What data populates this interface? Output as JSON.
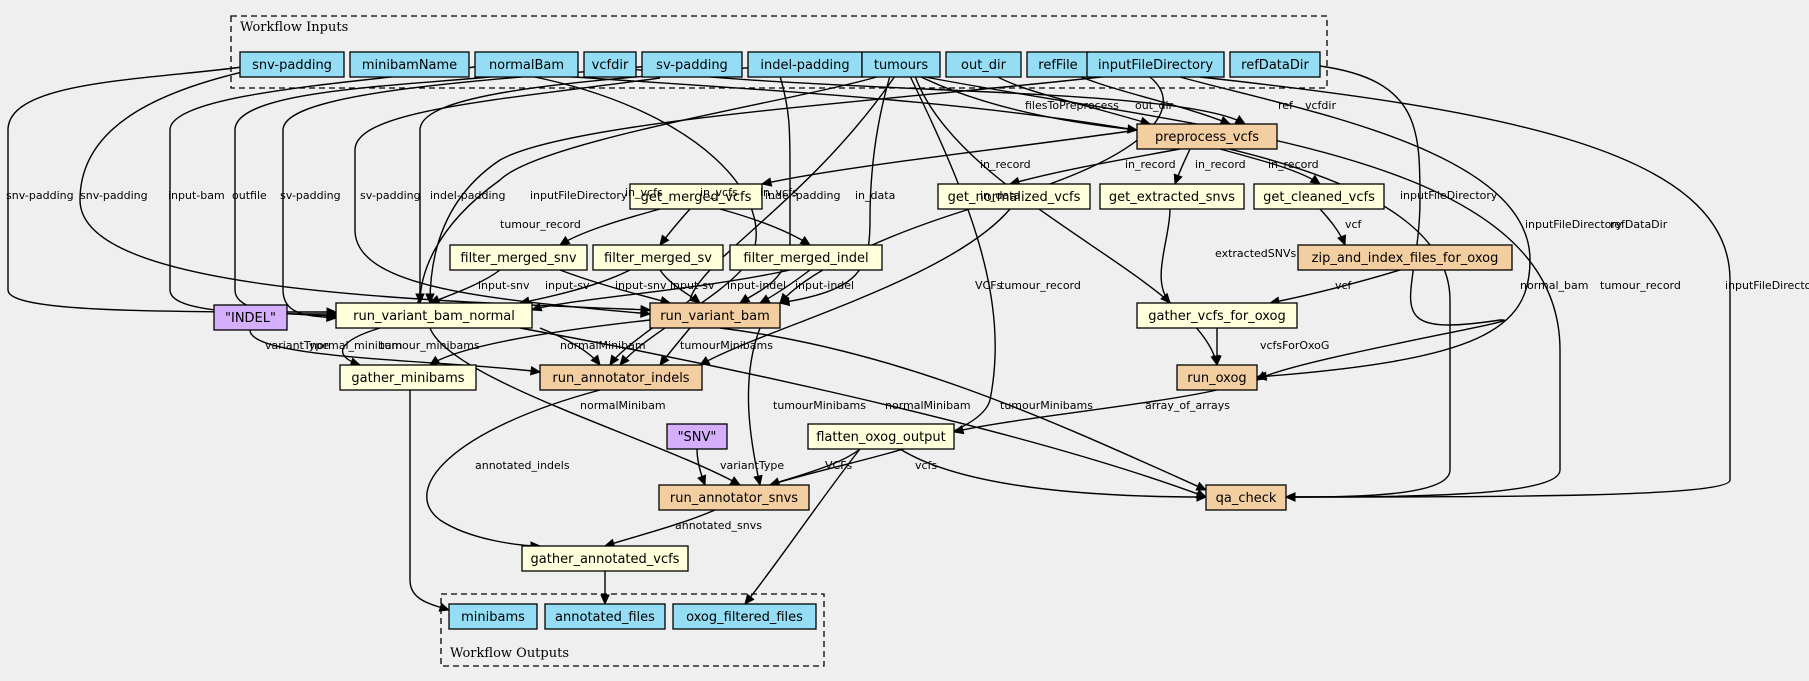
{
  "clusters": {
    "inputs": "Workflow Inputs",
    "outputs": "Workflow Outputs"
  },
  "colors": {
    "input": "#94ddf4",
    "output": "#94ddf4",
    "step": "#ffffdc",
    "subworkflow": "#f3cea1",
    "constant": "#d5aefc",
    "background": "#efefef"
  },
  "nodes": [
    {
      "id": "in_snv_padding",
      "label": "snv-padding",
      "kind": "input"
    },
    {
      "id": "in_minibamName",
      "label": "minibamName",
      "kind": "input"
    },
    {
      "id": "in_normalBam",
      "label": "normalBam",
      "kind": "input"
    },
    {
      "id": "in_vcfdir",
      "label": "vcfdir",
      "kind": "input"
    },
    {
      "id": "in_sv_padding",
      "label": "sv-padding",
      "kind": "input"
    },
    {
      "id": "in_indel_padding",
      "label": "indel-padding",
      "kind": "input"
    },
    {
      "id": "in_tumours",
      "label": "tumours",
      "kind": "input"
    },
    {
      "id": "in_out_dir",
      "label": "out_dir",
      "kind": "input"
    },
    {
      "id": "in_refFile",
      "label": "refFile",
      "kind": "input"
    },
    {
      "id": "in_inputFileDirectory",
      "label": "inputFileDirectory",
      "kind": "input"
    },
    {
      "id": "in_refDataDir",
      "label": "refDataDir",
      "kind": "input"
    },
    {
      "id": "preprocess_vcfs",
      "label": "preprocess_vcfs",
      "kind": "subworkflow"
    },
    {
      "id": "get_merged_vcfs",
      "label": "get_merged_vcfs",
      "kind": "step"
    },
    {
      "id": "get_normalized_vcfs",
      "label": "get_normalized_vcfs",
      "kind": "step"
    },
    {
      "id": "get_extracted_snvs",
      "label": "get_extracted_snvs",
      "kind": "step"
    },
    {
      "id": "get_cleaned_vcfs",
      "label": "get_cleaned_vcfs",
      "kind": "step"
    },
    {
      "id": "filter_merged_snv",
      "label": "filter_merged_snv",
      "kind": "step"
    },
    {
      "id": "filter_merged_sv",
      "label": "filter_merged_sv",
      "kind": "step"
    },
    {
      "id": "filter_merged_indel",
      "label": "filter_merged_indel",
      "kind": "step"
    },
    {
      "id": "zip_and_index",
      "label": "zip_and_index_files_for_oxog",
      "kind": "subworkflow"
    },
    {
      "id": "const_indel",
      "label": "\"INDEL\"",
      "kind": "constant"
    },
    {
      "id": "run_variant_bam_normal",
      "label": "run_variant_bam_normal",
      "kind": "step"
    },
    {
      "id": "run_variant_bam",
      "label": "run_variant_bam",
      "kind": "subworkflow"
    },
    {
      "id": "gather_vcfs_for_oxog",
      "label": "gather_vcfs_for_oxog",
      "kind": "step"
    },
    {
      "id": "gather_minibams",
      "label": "gather_minibams",
      "kind": "step"
    },
    {
      "id": "run_annotator_indels",
      "label": "run_annotator_indels",
      "kind": "subworkflow"
    },
    {
      "id": "run_oxog",
      "label": "run_oxog",
      "kind": "subworkflow"
    },
    {
      "id": "const_snv",
      "label": "\"SNV\"",
      "kind": "constant"
    },
    {
      "id": "flatten_oxog_output",
      "label": "flatten_oxog_output",
      "kind": "step"
    },
    {
      "id": "run_annotator_snvs",
      "label": "run_annotator_snvs",
      "kind": "subworkflow"
    },
    {
      "id": "qa_check",
      "label": "qa_check",
      "kind": "subworkflow"
    },
    {
      "id": "gather_annotated_vcfs",
      "label": "gather_annotated_vcfs",
      "kind": "step"
    },
    {
      "id": "out_minibams",
      "label": "minibams",
      "kind": "output"
    },
    {
      "id": "out_annotated_files",
      "label": "annotated_files",
      "kind": "output"
    },
    {
      "id": "out_oxog_filtered_files",
      "label": "oxog_filtered_files",
      "kind": "output"
    }
  ],
  "edges": [
    {
      "from": "in_snv_padding",
      "to": "run_variant_bam_normal",
      "label": "snv-padding"
    },
    {
      "from": "in_snv_padding",
      "to": "run_variant_bam",
      "label": "snv-padding"
    },
    {
      "from": "in_normalBam",
      "to": "run_variant_bam_normal",
      "label": "input-bam"
    },
    {
      "from": "in_minibamName",
      "to": "run_variant_bam_normal",
      "label": "outfile"
    },
    {
      "from": "in_sv_padding",
      "to": "run_variant_bam_normal",
      "label": "sv-padding"
    },
    {
      "from": "in_sv_padding",
      "to": "run_variant_bam",
      "label": "sv-padding"
    },
    {
      "from": "in_indel_padding",
      "to": "run_variant_bam_normal",
      "label": "indel-padding"
    },
    {
      "from": "in_indel_padding",
      "to": "run_variant_bam",
      "label": "indel-padding"
    },
    {
      "from": "in_inputFileDirectory",
      "to": "run_variant_bam_normal",
      "label": "inputFileDirectory"
    },
    {
      "from": "in_tumours",
      "to": "run_variant_bam_normal",
      "label": "tumour_record"
    },
    {
      "from": "in_tumours",
      "to": "run_variant_bam",
      "label": "in_data"
    },
    {
      "from": "in_tumours",
      "to": "preprocess_vcfs",
      "label": "filesToPreprocess"
    },
    {
      "from": "in_out_dir",
      "to": "preprocess_vcfs",
      "label": "out_dir"
    },
    {
      "from": "in_refFile",
      "to": "preprocess_vcfs",
      "label": "ref"
    },
    {
      "from": "in_vcfdir",
      "to": "preprocess_vcfs",
      "label": "vcfdir"
    },
    {
      "from": "in_inputFileDirectory",
      "to": "run_variant_bam",
      "label": "inputFileDirectory"
    },
    {
      "from": "in_inputFileDirectory",
      "to": "run_oxog",
      "label": "inputFileDirectory"
    },
    {
      "from": "in_refDataDir",
      "to": "run_oxog",
      "label": "refDataDir"
    },
    {
      "from": "in_inputFileDirectory",
      "to": "qa_check",
      "label": "inputFileDirectory"
    },
    {
      "from": "in_normalBam",
      "to": "qa_check",
      "label": "normal_bam"
    },
    {
      "from": "in_tumours",
      "to": "qa_check",
      "label": "tumour_record"
    },
    {
      "from": "in_tumours",
      "to": "run_annotator_snvs",
      "label": "tumour_record"
    },
    {
      "from": "in_tumours",
      "to": "run_oxog",
      "label": "in_data"
    },
    {
      "from": "in_tumours",
      "to": "run_annotator_indels",
      "label": ""
    },
    {
      "from": "in_normalBam",
      "to": "run_annotator_indels",
      "label": ""
    },
    {
      "from": "preprocess_vcfs",
      "to": "get_merged_vcfs",
      "label": "in_record"
    },
    {
      "from": "preprocess_vcfs",
      "to": "get_normalized_vcfs",
      "label": "in_record"
    },
    {
      "from": "preprocess_vcfs",
      "to": "get_extracted_snvs",
      "label": "in_record"
    },
    {
      "from": "preprocess_vcfs",
      "to": "get_cleaned_vcfs",
      "label": "in_record"
    },
    {
      "from": "get_merged_vcfs",
      "to": "filter_merged_snv",
      "label": "in_vcfs"
    },
    {
      "from": "get_merged_vcfs",
      "to": "filter_merged_sv",
      "label": "in_vcfs"
    },
    {
      "from": "get_merged_vcfs",
      "to": "filter_merged_indel",
      "label": "in_vcfs"
    },
    {
      "from": "get_cleaned_vcfs",
      "to": "zip_and_index",
      "label": "vcf"
    },
    {
      "from": "get_normalized_vcfs",
      "to": "run_annotator_indels",
      "label": "VCFs"
    },
    {
      "from": "get_extracted_snvs",
      "to": "gather_vcfs_for_oxog",
      "label": "extractedSNVs"
    },
    {
      "from": "zip_and_index",
      "to": "gather_vcfs_for_oxog",
      "label": "vcf"
    },
    {
      "from": "filter_merged_snv",
      "to": "run_variant_bam_normal",
      "label": "input-snv"
    },
    {
      "from": "filter_merged_sv",
      "to": "run_variant_bam_normal",
      "label": "input-sv"
    },
    {
      "from": "filter_merged_indel",
      "to": "run_variant_bam_normal",
      "label": "input-indel"
    },
    {
      "from": "filter_merged_snv",
      "to": "run_variant_bam",
      "label": "input-snv"
    },
    {
      "from": "filter_merged_sv",
      "to": "run_variant_bam",
      "label": "input-sv"
    },
    {
      "from": "filter_merged_indel",
      "to": "run_variant_bam",
      "label": "input-indel"
    },
    {
      "from": "gather_vcfs_for_oxog",
      "to": "run_oxog",
      "label": "vcfsForOxoG"
    },
    {
      "from": "const_indel",
      "to": "run_annotator_indels",
      "label": "variantType"
    },
    {
      "from": "run_variant_bam_normal",
      "to": "gather_minibams",
      "label": "normal_minibam"
    },
    {
      "from": "run_variant_bam",
      "to": "gather_minibams",
      "label": "tumour_minibams"
    },
    {
      "from": "run_variant_bam_normal",
      "to": "run_annotator_indels",
      "label": "normalMinibam"
    },
    {
      "from": "run_variant_bam",
      "to": "run_annotator_indels",
      "label": "tumourMinibams"
    },
    {
      "from": "run_variant_bam_normal",
      "to": "run_annotator_snvs",
      "label": "normalMinibam"
    },
    {
      "from": "run_variant_bam",
      "to": "run_annotator_snvs",
      "label": "tumourMinibams"
    },
    {
      "from": "run_variant_bam_normal",
      "to": "qa_check",
      "label": "normalMinibam"
    },
    {
      "from": "run_variant_bam",
      "to": "qa_check",
      "label": "tumourMinibams"
    },
    {
      "from": "run_oxog",
      "to": "flatten_oxog_output",
      "label": "array_of_arrays"
    },
    {
      "from": "const_snv",
      "to": "run_annotator_snvs",
      "label": "variantType"
    },
    {
      "from": "flatten_oxog_output",
      "to": "run_annotator_snvs",
      "label": "VCFs"
    },
    {
      "from": "flatten_oxog_output",
      "to": "qa_check",
      "label": "vcfs"
    },
    {
      "from": "run_annotator_indels",
      "to": "gather_annotated_vcfs",
      "label": "annotated_indels"
    },
    {
      "from": "run_annotator_snvs",
      "to": "gather_annotated_vcfs",
      "label": "annotated_snvs"
    },
    {
      "from": "gather_minibams",
      "to": "out_minibams",
      "label": ""
    },
    {
      "from": "gather_annotated_vcfs",
      "to": "out_annotated_files",
      "label": ""
    },
    {
      "from": "flatten_oxog_output",
      "to": "out_oxog_filtered_files",
      "label": ""
    }
  ]
}
